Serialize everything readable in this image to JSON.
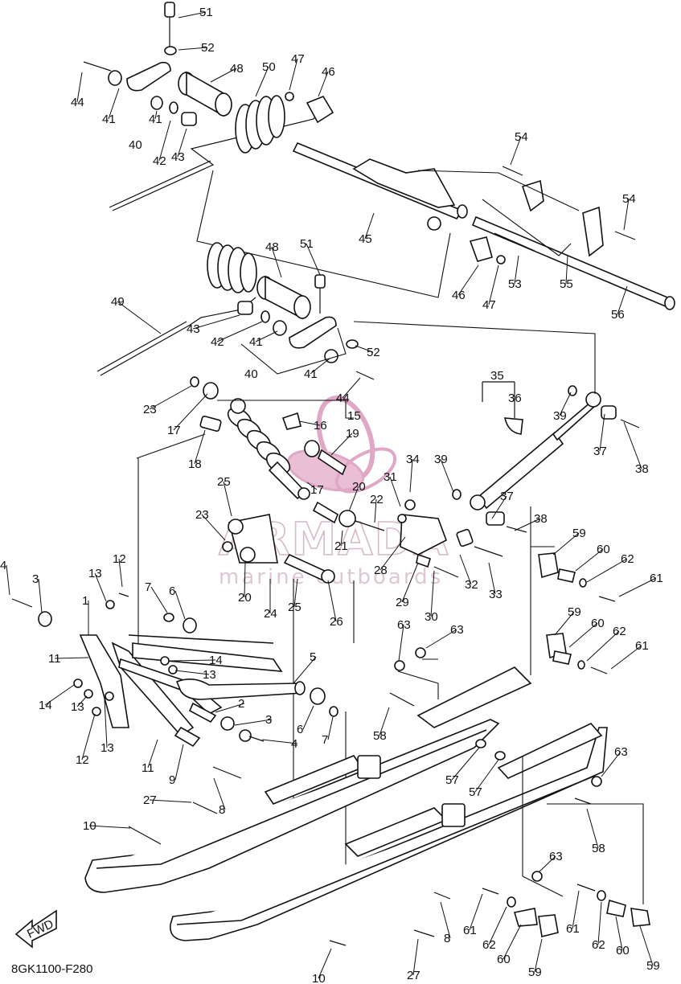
{
  "diagram": {
    "drawing_code": "8GK1100-F280",
    "fwd_label": "FWD",
    "watermark": {
      "brand": "ARMADA",
      "tagline": "marine outboards"
    },
    "callouts": [
      {
        "id": "c51a",
        "label": "51"
      },
      {
        "id": "c52a",
        "label": "52"
      },
      {
        "id": "c44a",
        "label": "44"
      },
      {
        "id": "c41a",
        "label": "41"
      },
      {
        "id": "c41b",
        "label": "41"
      },
      {
        "id": "c40a",
        "label": "40"
      },
      {
        "id": "c42a",
        "label": "42"
      },
      {
        "id": "c43a",
        "label": "43"
      },
      {
        "id": "c48a",
        "label": "48"
      },
      {
        "id": "c50",
        "label": "50"
      },
      {
        "id": "c47a",
        "label": "47"
      },
      {
        "id": "c46a",
        "label": "46"
      },
      {
        "id": "c54a",
        "label": "54"
      },
      {
        "id": "c54b",
        "label": "54"
      },
      {
        "id": "c45",
        "label": "45"
      },
      {
        "id": "c46b",
        "label": "46"
      },
      {
        "id": "c47b",
        "label": "47"
      },
      {
        "id": "c53",
        "label": "53"
      },
      {
        "id": "c55",
        "label": "55"
      },
      {
        "id": "c56",
        "label": "56"
      },
      {
        "id": "c49",
        "label": "49"
      },
      {
        "id": "c48b",
        "label": "48"
      },
      {
        "id": "c51b",
        "label": "51"
      },
      {
        "id": "c43b",
        "label": "43"
      },
      {
        "id": "c42b",
        "label": "42"
      },
      {
        "id": "c41c",
        "label": "41"
      },
      {
        "id": "c40b",
        "label": "40"
      },
      {
        "id": "c41d",
        "label": "41"
      },
      {
        "id": "c52b",
        "label": "52"
      },
      {
        "id": "c44b",
        "label": "44"
      },
      {
        "id": "c23a",
        "label": "23"
      },
      {
        "id": "c17a",
        "label": "17"
      },
      {
        "id": "c18",
        "label": "18"
      },
      {
        "id": "c16",
        "label": "16"
      },
      {
        "id": "c15",
        "label": "15"
      },
      {
        "id": "c19",
        "label": "19"
      },
      {
        "id": "c17b",
        "label": "17"
      },
      {
        "id": "c35",
        "label": "35"
      },
      {
        "id": "c36",
        "label": "36"
      },
      {
        "id": "c39a",
        "label": "39"
      },
      {
        "id": "c37a",
        "label": "37"
      },
      {
        "id": "c38a",
        "label": "38"
      },
      {
        "id": "c25a",
        "label": "25"
      },
      {
        "id": "c23b",
        "label": "23"
      },
      {
        "id": "c20a",
        "label": "20"
      },
      {
        "id": "c20b",
        "label": "20"
      },
      {
        "id": "c21",
        "label": "21"
      },
      {
        "id": "c22",
        "label": "22"
      },
      {
        "id": "c31",
        "label": "31"
      },
      {
        "id": "c34",
        "label": "34"
      },
      {
        "id": "c39b",
        "label": "39"
      },
      {
        "id": "c37b",
        "label": "37"
      },
      {
        "id": "c38b",
        "label": "38"
      },
      {
        "id": "c24",
        "label": "24"
      },
      {
        "id": "c25b",
        "label": "25"
      },
      {
        "id": "c26",
        "label": "26"
      },
      {
        "id": "c28",
        "label": "28"
      },
      {
        "id": "c29",
        "label": "29"
      },
      {
        "id": "c30",
        "label": "30"
      },
      {
        "id": "c32",
        "label": "32"
      },
      {
        "id": "c33",
        "label": "33"
      },
      {
        "id": "c59a",
        "label": "59"
      },
      {
        "id": "c60a",
        "label": "60"
      },
      {
        "id": "c62a",
        "label": "62"
      },
      {
        "id": "c61a",
        "label": "61"
      },
      {
        "id": "c4a",
        "label": "4"
      },
      {
        "id": "c3a",
        "label": "3"
      },
      {
        "id": "c12a",
        "label": "12"
      },
      {
        "id": "c13a",
        "label": "13"
      },
      {
        "id": "c1",
        "label": "1"
      },
      {
        "id": "c7a",
        "label": "7"
      },
      {
        "id": "c6a",
        "label": "6"
      },
      {
        "id": "c63a",
        "label": "63"
      },
      {
        "id": "c63b",
        "label": "63"
      },
      {
        "id": "c59b",
        "label": "59"
      },
      {
        "id": "c60b",
        "label": "60"
      },
      {
        "id": "c62b",
        "label": "62"
      },
      {
        "id": "c61b",
        "label": "61"
      },
      {
        "id": "c11a",
        "label": "11"
      },
      {
        "id": "c14a",
        "label": "14"
      },
      {
        "id": "c13b",
        "label": "13"
      },
      {
        "id": "c5",
        "label": "5"
      },
      {
        "id": "c14b",
        "label": "14"
      },
      {
        "id": "c13c",
        "label": "13"
      },
      {
        "id": "c2",
        "label": "2"
      },
      {
        "id": "c3b",
        "label": "3"
      },
      {
        "id": "c6b",
        "label": "6"
      },
      {
        "id": "c4b",
        "label": "4"
      },
      {
        "id": "c7b",
        "label": "7"
      },
      {
        "id": "c12b",
        "label": "12"
      },
      {
        "id": "c13d",
        "label": "13"
      },
      {
        "id": "c11b",
        "label": "11"
      },
      {
        "id": "c9",
        "label": "9"
      },
      {
        "id": "c58a",
        "label": "58"
      },
      {
        "id": "c57a",
        "label": "57"
      },
      {
        "id": "c57b",
        "label": "57"
      },
      {
        "id": "c63c",
        "label": "63"
      },
      {
        "id": "c27a",
        "label": "27"
      },
      {
        "id": "c8a",
        "label": "8"
      },
      {
        "id": "c10a",
        "label": "10"
      },
      {
        "id": "c58b",
        "label": "58"
      },
      {
        "id": "c63d",
        "label": "63"
      },
      {
        "id": "c61c",
        "label": "61"
      },
      {
        "id": "c62c",
        "label": "62"
      },
      {
        "id": "c60c",
        "label": "60"
      },
      {
        "id": "c59c",
        "label": "59"
      },
      {
        "id": "c61d",
        "label": "61"
      },
      {
        "id": "c62d",
        "label": "62"
      },
      {
        "id": "c60d",
        "label": "60"
      },
      {
        "id": "c59d",
        "label": "59"
      },
      {
        "id": "c8b",
        "label": "8"
      },
      {
        "id": "c27b",
        "label": "27"
      },
      {
        "id": "c10b",
        "label": "10"
      }
    ]
  }
}
